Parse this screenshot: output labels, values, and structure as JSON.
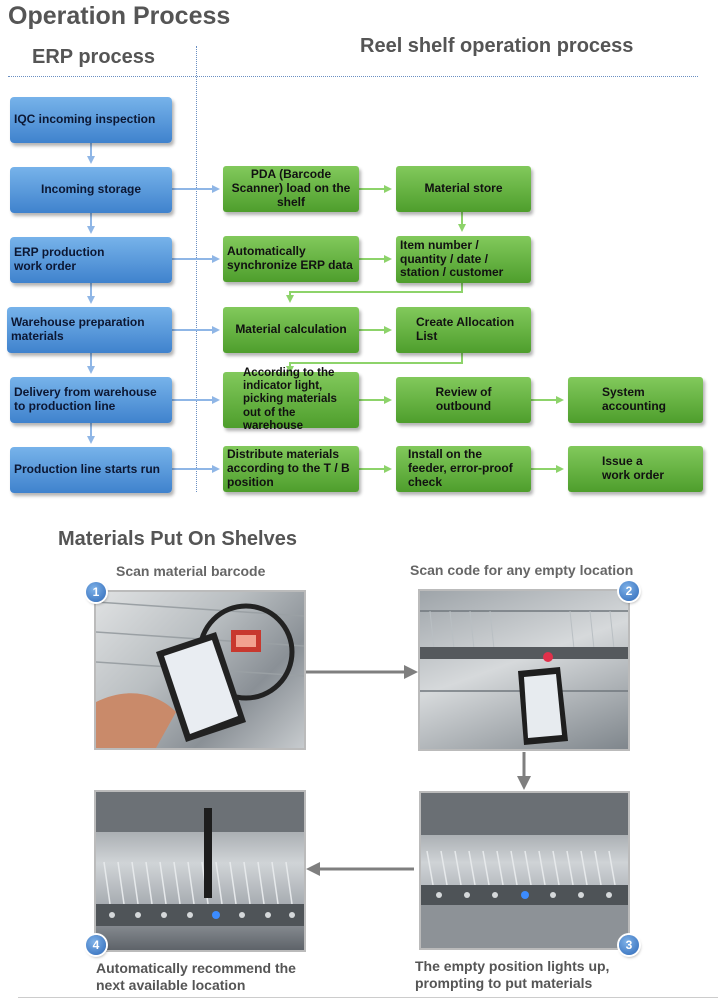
{
  "header": {
    "title": "Operation Process",
    "erp_heading": "ERP process",
    "reel_heading": "Reel shelf operation process"
  },
  "erp_steps": [
    "IQC incoming inspection",
    "Incoming storage",
    "ERP production\n work order",
    "Warehouse preparation\nmaterials",
    "Delivery from warehouse\n to production line",
    "Production line starts run"
  ],
  "reel_steps": {
    "pda_load": "PDA (Barcode\nScanner) load on the\nshelf",
    "material_store": "Material store",
    "auto_sync": "Automatically\nsynchronize ERP data",
    "item_info": "Item number /\nquantity / date /\nstation / customer",
    "material_calc": "Material calculation",
    "allocation": "Create Allocation\nList",
    "picking": "According to the\nindicator light,\npicking materials\nout of the\nwarehouse",
    "review": "Review of\noutbound",
    "accounting": "System\naccounting",
    "distribute": "Distribute materials\naccording to the T / B\nposition",
    "install": "Install  on the\nfeeder, error-proof\ncheck",
    "issue": "Issue a\nwork order"
  },
  "shelves": {
    "title": "Materials Put On Shelves",
    "steps": [
      {
        "number": "1",
        "label": "Scan material barcode"
      },
      {
        "number": "2",
        "label": "Scan code for any empty location"
      },
      {
        "number": "3",
        "label": "The empty position lights up,\nprompting to put materials"
      },
      {
        "number": "4",
        "label": "Automatically recommend the\nnext available location"
      }
    ]
  },
  "colors": {
    "erp_box": "#4a8fd6",
    "reel_box": "#5fae3a",
    "erp_arrow": "#8fb6e6",
    "reel_arrow": "#8dd36a",
    "photo_arrow": "#7f7f7f"
  }
}
